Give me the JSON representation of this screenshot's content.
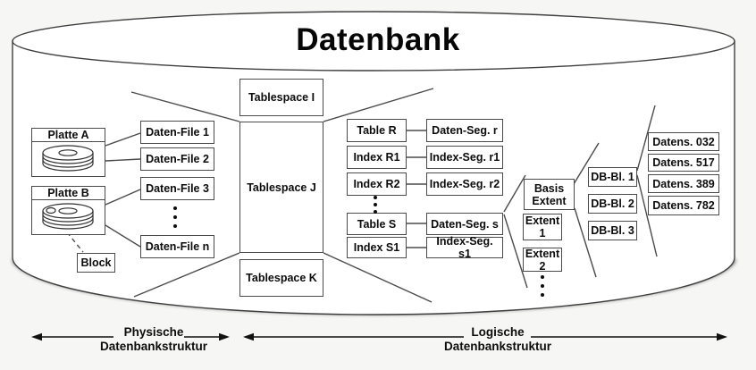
{
  "title": "Datenbank",
  "physical": {
    "disk_a_label": "Platte A",
    "disk_b_label": "Platte B",
    "block_label": "Block",
    "files": [
      "Daten-File 1",
      "Daten-File 2",
      "Daten-File 3",
      "Daten-File n"
    ]
  },
  "tablespaces": [
    "Tablespace I",
    "Tablespace J",
    "Tablespace K"
  ],
  "objects": [
    {
      "name": "Table R",
      "segment": "Daten-Seg. r"
    },
    {
      "name": "Index R1",
      "segment": "Index-Seg. r1"
    },
    {
      "name": "Index R2",
      "segment": "Index-Seg. r2"
    },
    {
      "name": "Table S",
      "segment": "Daten-Seg. s"
    },
    {
      "name": "Index S1",
      "segment": "Index-Seg. s1"
    }
  ],
  "extents": [
    "Basis Extent",
    "Extent 1",
    "Extent 2"
  ],
  "db_blocks": [
    "DB-Bl. 1",
    "DB-Bl. 2",
    "DB-Bl. 3"
  ],
  "records": [
    "Datens. 032",
    "Datens. 517",
    "Datens. 389",
    "Datens. 782"
  ],
  "legend": {
    "physical": [
      "Physische",
      "Datenbankstruktur"
    ],
    "logical": [
      "Logische",
      "Datenbankstruktur"
    ]
  },
  "colors": {
    "background": "#f6f6f4",
    "cylinder_fill": "#ffffff",
    "box_border": "#4a4a4a",
    "line": "#4a4a4a",
    "text": "#0c0c0c"
  }
}
